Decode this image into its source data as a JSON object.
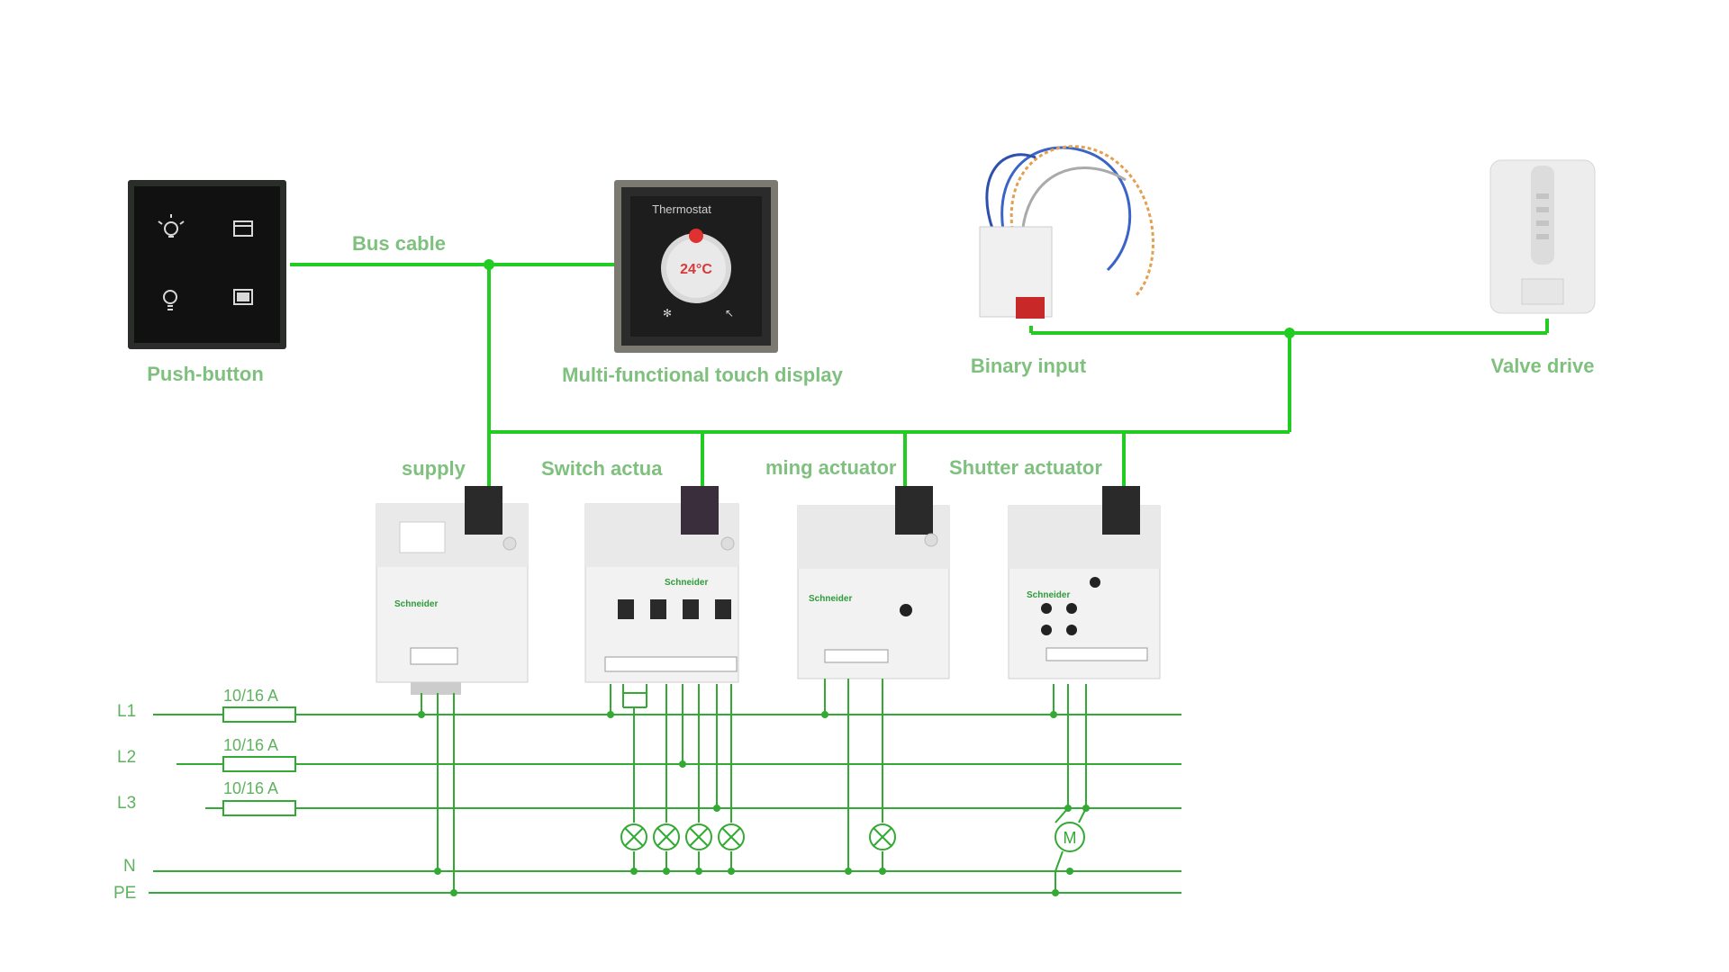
{
  "colors": {
    "bus": "#22cc22",
    "power_lines": "#33aa33",
    "label": "#7fc07f"
  },
  "labels": {
    "bus_cable": "Bus cable",
    "push_button": "Push-button",
    "touch_display": "Multi-functional touch display",
    "binary_input": "Binary input",
    "valve_drive": "Valve drive",
    "power_supply": "supply",
    "switch_actuator": "Switch actua",
    "dimming_actuator": "ming actuator",
    "shutter_actuator": "Shutter actuator"
  },
  "display": {
    "title": "Thermostat",
    "temperature": "24°C"
  },
  "power_grid": {
    "lines": [
      "L1",
      "L2",
      "L3",
      "N",
      "PE"
    ],
    "fuse_rating": "10/16 A"
  },
  "brand": "Schneider",
  "motor_symbol": "M",
  "icons": [
    "light-bulb-icon",
    "lamp-icon",
    "blind-icon",
    "scene-icon"
  ]
}
